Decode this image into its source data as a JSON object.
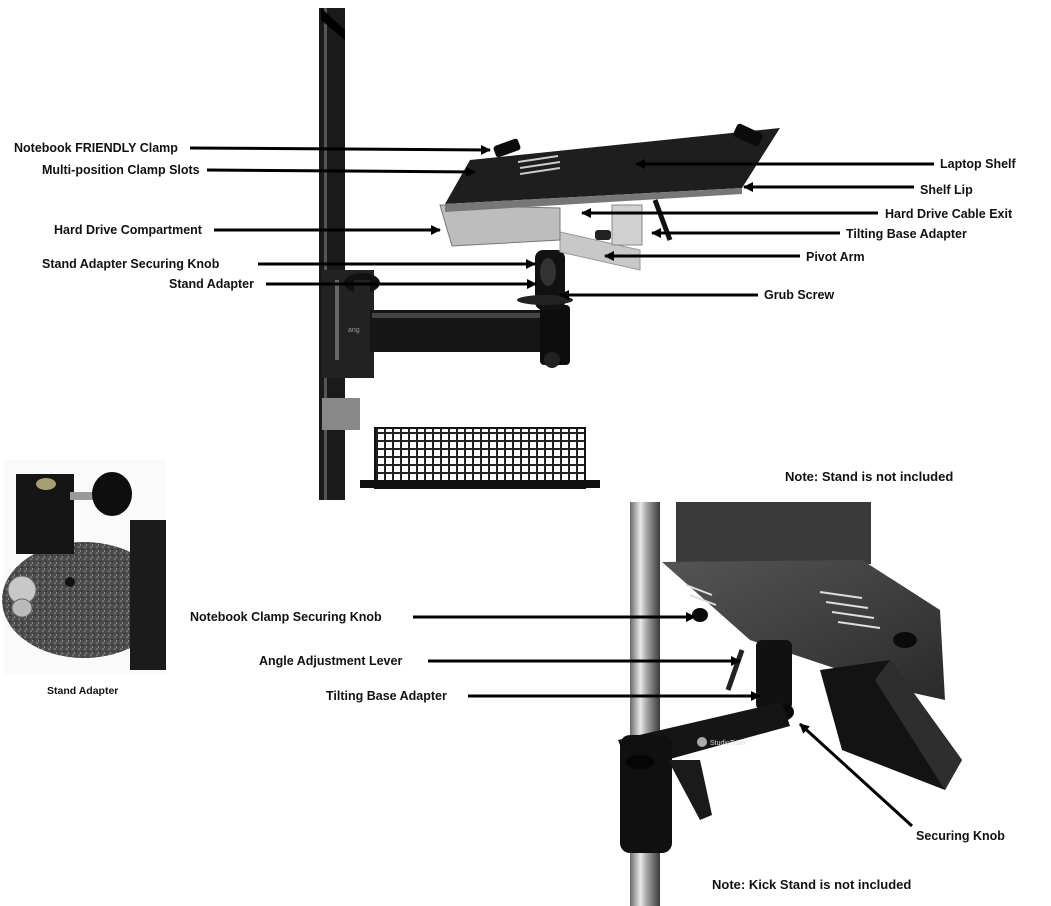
{
  "labels": {
    "notebook_friendly_clamp": "Notebook FRIENDLY Clamp",
    "multi_position_clamp_slots": "Multi-position Clamp Slots",
    "hard_drive_compartment": "Hard Drive Compartment",
    "stand_adapter_securing_knob": "Stand Adapter Securing Knob",
    "stand_adapter": "Stand Adapter",
    "laptop_shelf": "Laptop Shelf",
    "shelf_lip": "Shelf Lip",
    "hard_drive_cable_exit": "Hard Drive Cable Exit",
    "tilting_base_adapter_top": "Tilting Base Adapter",
    "pivot_arm": "Pivot Arm",
    "grub_screw": "Grub Screw",
    "notebook_clamp_securing_knob": "Notebook Clamp Securing Knob",
    "angle_adjustment_lever": "Angle Adjustment Lever",
    "tilting_base_adapter_bottom": "Tilting Base Adapter",
    "securing_knob": "Securing Knob"
  },
  "notes": {
    "stand_not_included": "Note: Stand is not included",
    "kick_stand_not_included": "Note: Kick Stand is not included"
  },
  "captions": {
    "stand_adapter_photo": "Stand Adapter"
  },
  "logo_text": "StudioTitan"
}
